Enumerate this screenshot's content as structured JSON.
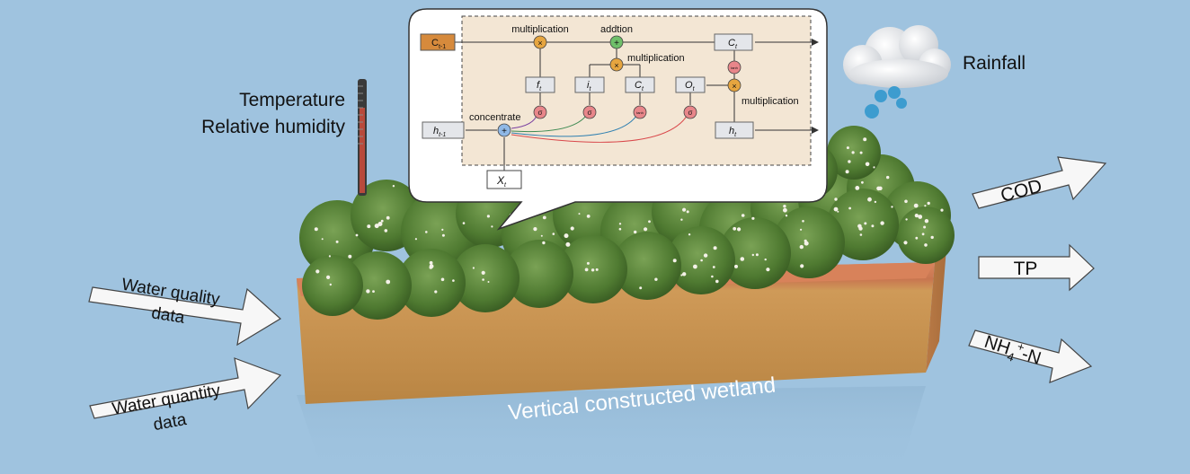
{
  "inputs": {
    "water_quality": [
      "Water quality",
      "data"
    ],
    "water_quantity": [
      "Water quantity",
      "data"
    ]
  },
  "sensor": {
    "temperature": "Temperature",
    "humidity": "Relative humidity"
  },
  "weather": {
    "rainfall": "Rainfall"
  },
  "wetland": {
    "label": "Vertical constructed wetland"
  },
  "outputs": {
    "cod": "COD",
    "tp": "TP",
    "nh4_base": "NH",
    "nh4_sub": "4",
    "nh4_sup": "+",
    "nh4_tail": "-N"
  },
  "lstm": {
    "c_prev": "C",
    "c_prev_sub": "t-1",
    "h_prev": "h",
    "h_prev_sub": "t-1",
    "x": "X",
    "x_sub": "t",
    "f": "f",
    "f_sub": "t",
    "i": "i",
    "i_sub": "t",
    "c_tilde": "C",
    "c_tilde_sub": "t",
    "o": "O",
    "o_sub": "t",
    "c_out": "C",
    "c_out_sub": "t",
    "h_out": "h",
    "h_out_sub": "t",
    "sigma": "σ",
    "tanh": "tanh",
    "mult_symbol": "×",
    "add_symbol": "+",
    "concat_label": "concentrate",
    "mult_label": "multiplication",
    "add_label": "addtion"
  },
  "colors": {
    "background": "#9fc3df",
    "arrow_fill": "#f7f7f7",
    "soil_top": "#d4825e",
    "soil_body": "#c9914e",
    "foliage": "#5c8a3a",
    "bubble_inner": "#f3e6d4",
    "gate_sigma": "#e8868a",
    "gate_mult": "#e6a53f",
    "gate_add": "#6fbf6a",
    "gate_concat": "#8fb8e6",
    "c_prev_box": "#d68a3c"
  }
}
